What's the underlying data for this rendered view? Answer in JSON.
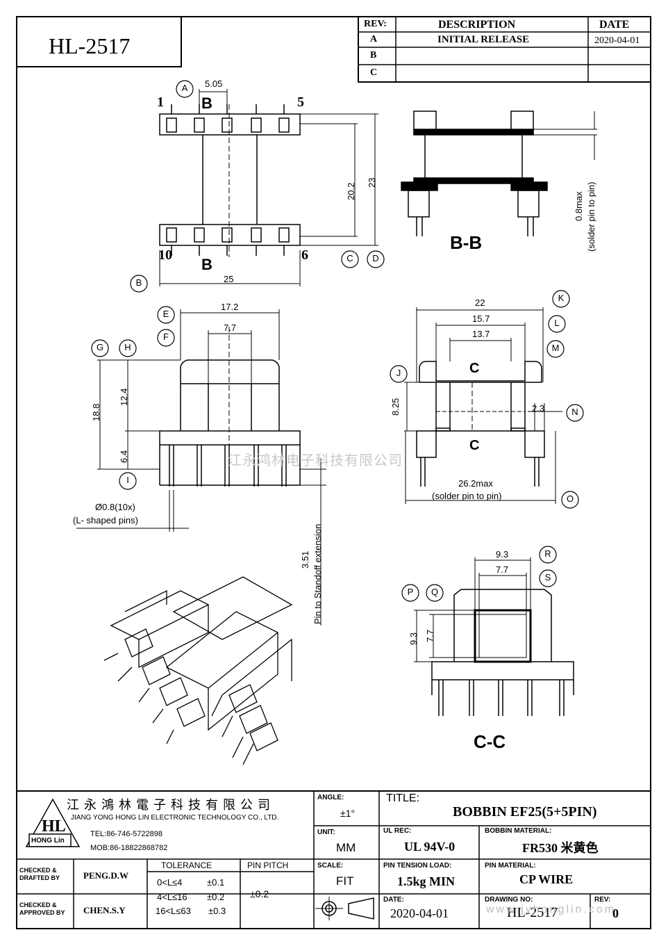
{
  "header": {
    "part_number": "HL-2517",
    "rev_table": {
      "col_rev": "REV:",
      "col_desc": "DESCRIPTION",
      "col_date": "DATE",
      "rows": [
        {
          "rev": "A",
          "desc": "INITIAL  RELEASE",
          "date": "2020-04-01"
        },
        {
          "rev": "B",
          "desc": "",
          "date": ""
        },
        {
          "rev": "C",
          "desc": "",
          "date": ""
        }
      ]
    }
  },
  "top_view": {
    "pin_1": "1",
    "pin_5": "5",
    "pin_10": "10",
    "pin_6": "6",
    "section_b_top": "B",
    "section_b_bottom": "B",
    "dim_pitch": "5.05",
    "dim_20_2": "20.2",
    "dim_23": "23",
    "dim_25": "25",
    "callout_a": "A",
    "callout_b": "B",
    "callout_c": "C",
    "callout_d": "D"
  },
  "section_bb": {
    "title": "B-B",
    "dim_label": "0.8max",
    "dim_sub": "(solder pin to pin)"
  },
  "front_view": {
    "dim_17_2": "17.2",
    "dim_7_7": "7.7",
    "dim_18_8": "18.8",
    "dim_12_4": "12.4",
    "dim_6_4": "6.4",
    "pin_note_1": "Ø0.8(10x)",
    "pin_note_2": "(L- shaped pins)",
    "standoff_dim": "3.51",
    "standoff_label": "Pin to Standoff extension",
    "callout_e": "E",
    "callout_f": "F",
    "callout_g": "G",
    "callout_h": "H",
    "callout_i": "I"
  },
  "side_view": {
    "dim_22": "22",
    "dim_15_7": "15.7",
    "dim_13_7": "13.7",
    "dim_8_25": "8.25",
    "dim_2_3": "2.3",
    "dim_26_2": "26.2max",
    "dim_26_2_sub": "(solder pin to pin)",
    "section_c_top": "C",
    "section_c_bottom": "C",
    "callout_j": "J",
    "callout_k": "K",
    "callout_l": "L",
    "callout_m": "M",
    "callout_n": "N",
    "callout_o": "O"
  },
  "section_cc": {
    "title": "C-C",
    "dim_9_3_top": "9.3",
    "dim_7_7_top": "7.7",
    "dim_9_3_side": "9.3",
    "dim_7_7_side": "7.7",
    "callout_p": "P",
    "callout_q": "Q",
    "callout_r": "R",
    "callout_s": "S"
  },
  "watermark": "江永鸿林电子科技有限公司",
  "title_block": {
    "company_cn": "江 永 鴻 林 電 子 科 技 有 限 公 司",
    "company_en": "JIANG YONG HONG LIN ELECTRONIC TECHNOLOGY CO., LTD.",
    "logo_text": "HL",
    "logo_sub": "HONG Lin",
    "tel": "TEL:86-746-5722898",
    "mob": "MOB:86-18822868782",
    "angle_label": "ANGLE:",
    "angle_value": "±1°",
    "title_label": "TITLE:",
    "title_value": "BOBBIN  EF25(5+5PIN)",
    "unit_label": "UNIT:",
    "unit_value": "MM",
    "ul_label": "UL REC:",
    "ul_value": "UL 94V-0",
    "material_label": "BOBBIN MATERIAL:",
    "material_value": "FR530 米黄色",
    "scale_label": "SCALE:",
    "scale_value": "FIT",
    "tension_label": "PIN TENSION LOAD:",
    "tension_value": "1.5kg MIN",
    "pin_material_label": "PIN MATERIAL:",
    "pin_material_value": "CP WIRE",
    "date_label": "DATE:",
    "date_value": "2020-04-01",
    "drawing_no_label": "DRAWING NO:",
    "drawing_no_value": "HL-2517",
    "rev_label": "REV:",
    "rev_value": "0",
    "checked_drafted": "CHECKED &\nDRAFTED BY",
    "drafted_name": "PENG.D.W",
    "checked_approved": "CHECKED &\nAPPROVED BY",
    "approved_name": "CHEN.S.Y",
    "tolerance_label": "TOLERANCE",
    "tolerance_rows": [
      {
        "range": "0<L≤4",
        "tol": "±0.1"
      },
      {
        "range": "4<L≤16",
        "tol": "±0.2"
      },
      {
        "range": "16<L≤63",
        "tol": "±0.3"
      }
    ],
    "pin_pitch_label": "PIN PITCH",
    "pin_pitch_value": "±0.2",
    "website": "www.jyhonglin.com"
  }
}
